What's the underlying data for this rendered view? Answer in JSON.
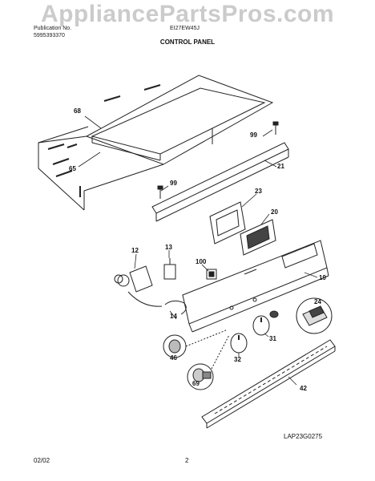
{
  "header": {
    "line1_left": "Publication No.",
    "line2_left": "5995393370",
    "line1_right": "EI27EW45J",
    "watermark": "AppliancePartsPros.com",
    "title": "CONTROL PANEL"
  },
  "callouts": {
    "c68": "68",
    "c65": "65",
    "c99a": "99",
    "c99b": "99",
    "c21": "21",
    "c23": "23",
    "c20": "20",
    "c12": "12",
    "c13": "13",
    "c100": "100",
    "c19": "19",
    "c14": "14",
    "c24": "24",
    "c46": "46",
    "c69": "69",
    "c32": "32",
    "c31": "31",
    "c42": "42"
  },
  "footer": {
    "date": "02/02",
    "page": "2",
    "drawing_id": "LAP23G0275"
  }
}
